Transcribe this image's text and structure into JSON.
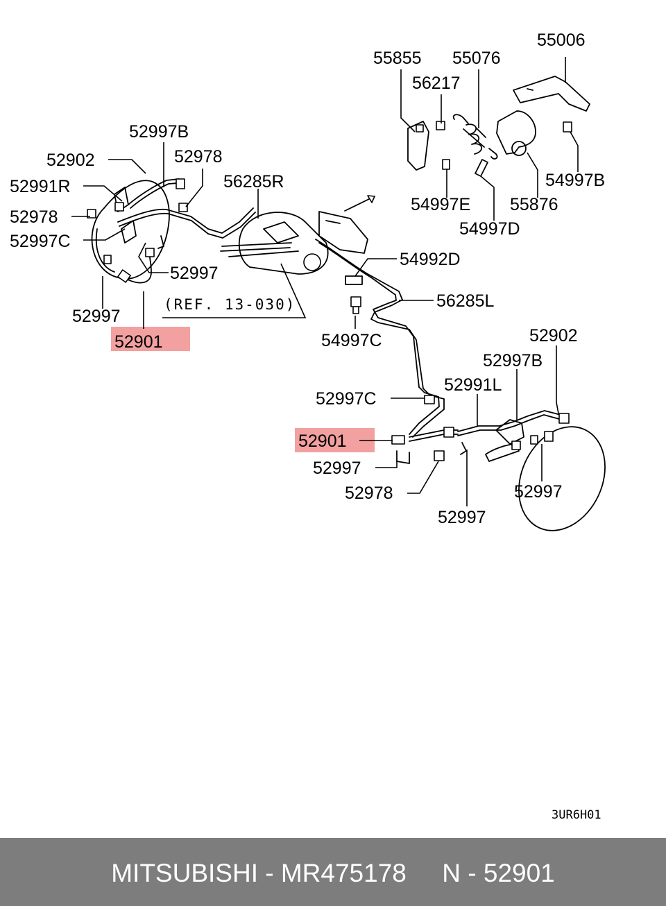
{
  "labels": {
    "l55006": "55006",
    "l55855": "55855",
    "l55076": "55076",
    "l56217": "56217",
    "l54997b": "54997B",
    "l55876": "55876",
    "l54997e": "54997E",
    "l54997d": "54997D",
    "l52997b_top": "52997B",
    "l52902_top": "52902",
    "l52978_top": "52978",
    "l56285r": "56285R",
    "l52991r": "52991R",
    "l52978_left": "52978",
    "l52997c_left": "52997C",
    "l52997_mid": "52997",
    "l52997_left": "52997",
    "l52901_top": "52901",
    "l54992d": "54992D",
    "l56285l": "56285L",
    "l54997c": "54997C",
    "l52902_right": "52902",
    "l52997b_right": "52997B",
    "l52991l": "52991L",
    "l52997c_right": "52997C",
    "l52901_bottom": "52901",
    "l52997_bottom": "52997",
    "l52978_bottom": "52978",
    "l52997_right": "52997",
    "l52997_lower": "52997"
  },
  "reference": "(REF. 13-030)",
  "diagram_code": "3UR6H01",
  "highlight_color": "#f2a0a0",
  "footer": {
    "text": "MITSUBISHI - MR475178     N - 52901",
    "background": "#7d7d7d"
  }
}
